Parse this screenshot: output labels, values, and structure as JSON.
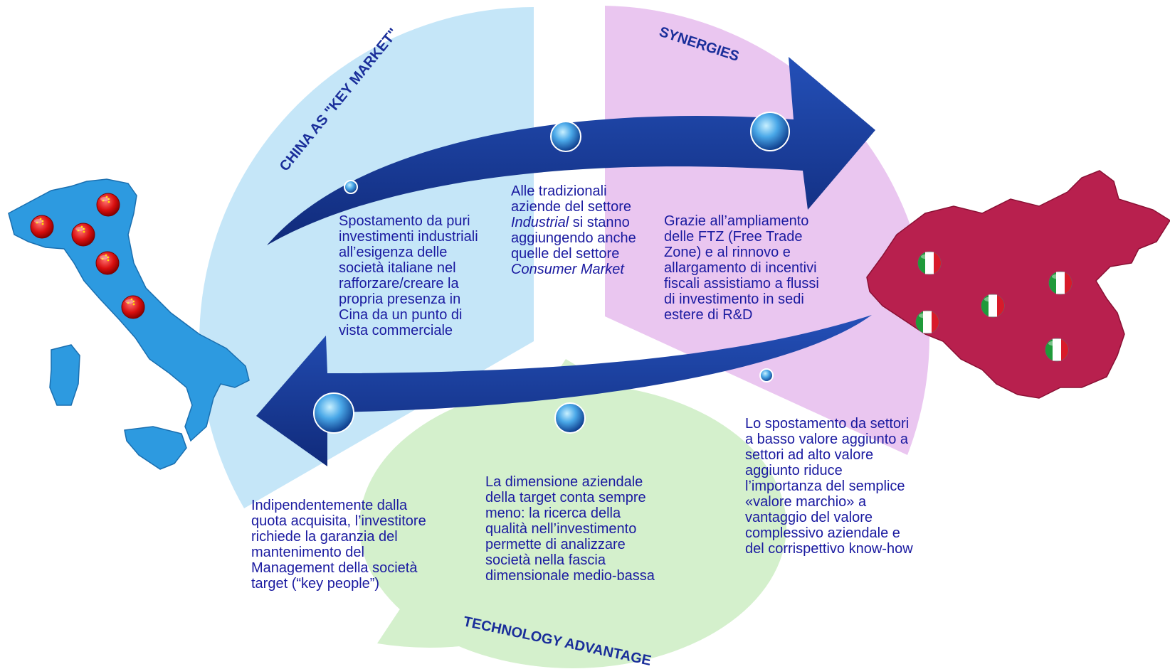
{
  "sections": {
    "china_key_market": "CHINA AS \"KEY MARKET\"",
    "synergies": "SYNERGIES",
    "technology_advantage": "TECHNOLOGY ADVANTAGE"
  },
  "texts": {
    "t1": [
      "Spostamento da puri",
      "investimenti industriali",
      "all’esigenza delle",
      "società italiane nel",
      "rafforzare/creare la",
      "propria presenza in",
      "Cina da un punto di",
      "vista commerciale"
    ],
    "t2": {
      "l1": "Alle tradizionali",
      "l2": "aziende del settore",
      "l3_italic": "Industrial",
      "l3_rest": " si stanno",
      "l4": "aggiungendo anche",
      "l5": "quelle del settore",
      "l6_italic": "Consumer Market"
    },
    "t3": [
      "Grazie all’ampliamento",
      "delle FTZ (Free Trade",
      "Zone) e al rinnovo e",
      "allargamento di incentivi",
      "fiscali assistiamo a flussi",
      "di investimento in sedi",
      "estere di R&D"
    ],
    "t4": [
      "Lo spostamento da settori",
      "a basso valore aggiunto a",
      "settori ad alto valore",
      "aggiunto riduce",
      "l’importanza del semplice",
      "«valore marchio» a",
      "vantaggio del valore",
      "complessivo aziendale e",
      "del corrispettivo know-how"
    ],
    "t5": [
      "La dimensione aziendale",
      "della target conta sempre",
      "meno: la ricerca della",
      "qualità nell’investimento",
      "permette di analizzare",
      "società nella fascia",
      "dimensionale medio-bassa"
    ],
    "t6": [
      "Indipendentemente dalla",
      "quota acquisita, l’investitore",
      "richiede la garanzia del",
      "mantenimento del",
      "Management della società",
      "target (“key people”)"
    ]
  },
  "icons": {
    "italy": "italy-map-icon",
    "china": "china-map-icon",
    "china_flag": "china-flag-pin-icon",
    "italy_flag": "italy-flag-pin-icon",
    "bubble": "bubble-icon"
  },
  "colors": {
    "sector_blue": "#c5e6f8",
    "sector_pink": "#eac6f0",
    "sector_green": "#d4f0cc",
    "arrow": "#1a3c9a",
    "section_title": "#1a2e9a",
    "body_text": "#1a1aa0",
    "italy_fill": "#2d9ae0",
    "china_fill": "#b8204e"
  }
}
